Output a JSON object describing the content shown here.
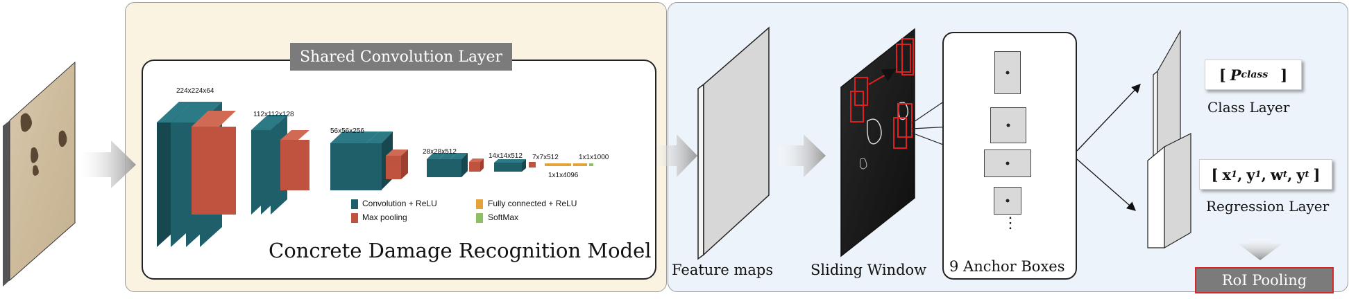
{
  "panels": {
    "shared_layer_label": "Shared Convolution Layer",
    "model_title": "Concrete Damage Recognition Model"
  },
  "layers": {
    "l1": "224x224x64",
    "l2": "112x112x128",
    "l3": "56x56x256",
    "l4": "28x28x512",
    "l5": "14x14x512",
    "l6": "7x7x512",
    "l7": "1x1x4096",
    "l8": "1x1x1000"
  },
  "legend": {
    "conv": "Convolution + ReLU",
    "pool": "Max pooling",
    "fc": "Fully connected + ReLU",
    "softmax": "SoftMax"
  },
  "rpn": {
    "feature_maps": "Feature maps",
    "sliding_window": "Sliding Window",
    "anchor_boxes": "9 Anchor Boxes",
    "anchor_ellipsis": "⋮",
    "class_layer": "Class Layer",
    "regression_layer": "Regression Layer",
    "roi_pooling": "RoI Pooling"
  },
  "outputs": {
    "class_open": "[",
    "class_var": "P",
    "class_sub": "class",
    "class_close": "]",
    "reg_open": "[",
    "reg_x": "x",
    "reg_x_sub": "1",
    "reg_y": "y",
    "reg_y_sub": "1",
    "reg_w": "w",
    "reg_w_sub": "t",
    "reg_yt": "y",
    "reg_yt_sub": "t",
    "reg_comma": ",",
    "reg_close": "]"
  },
  "colors": {
    "conv_teal": "#1f5f69",
    "pool_red": "#c0533f",
    "fc_orange": "#e6a23a",
    "softmax_green": "#8cc063",
    "left_panel_bg": "#fbf3e1",
    "right_panel_bg": "#edf3fa",
    "highlight_red": "#d9262a"
  }
}
